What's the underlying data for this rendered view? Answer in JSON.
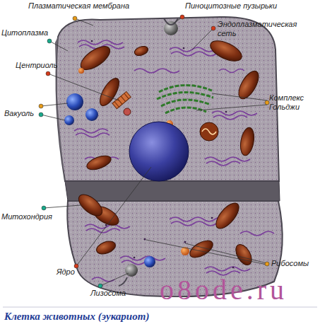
{
  "diagram": {
    "caption": "Клетка животных (эукариот)",
    "labels": [
      "Плазматическая мембрана",
      "Пиноцитозные пузырьки",
      "Эндоплазматическая сеть",
      "Цитоплазма",
      "Центриоль",
      "Комплекс Гольджи",
      "Вакуоль",
      "Митохондрия",
      "Ядро",
      "Лизосома",
      "Рибосомы",
      "o8ode.ru"
    ]
  }
}
